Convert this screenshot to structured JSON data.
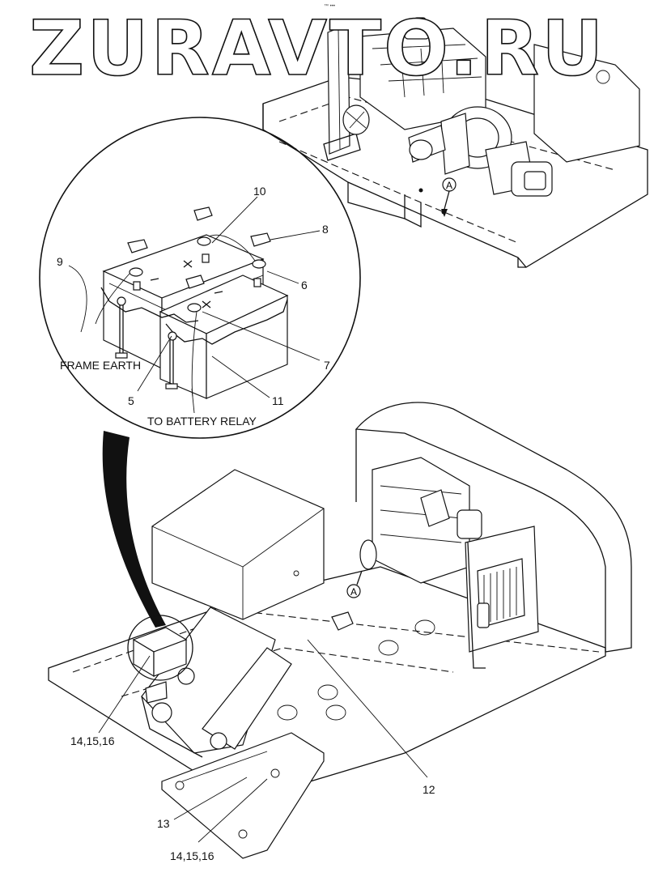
{
  "watermark": "ZURAVTO.RU",
  "top_mark": "™ •••",
  "detail_callouts": {
    "c10": "10",
    "c8": "8",
    "c9": "9",
    "c6": "6",
    "c7": "7",
    "c5": "5",
    "c11": "11",
    "frame_earth": "FRAME EARTH",
    "to_battery_relay": "TO BATTERY RELAY"
  },
  "view_markers": {
    "top": "A",
    "bottom": "A"
  },
  "main_callouts": {
    "c14a": "14,15,16",
    "c12": "12",
    "c13": "13",
    "c14b": "14,15,16"
  }
}
